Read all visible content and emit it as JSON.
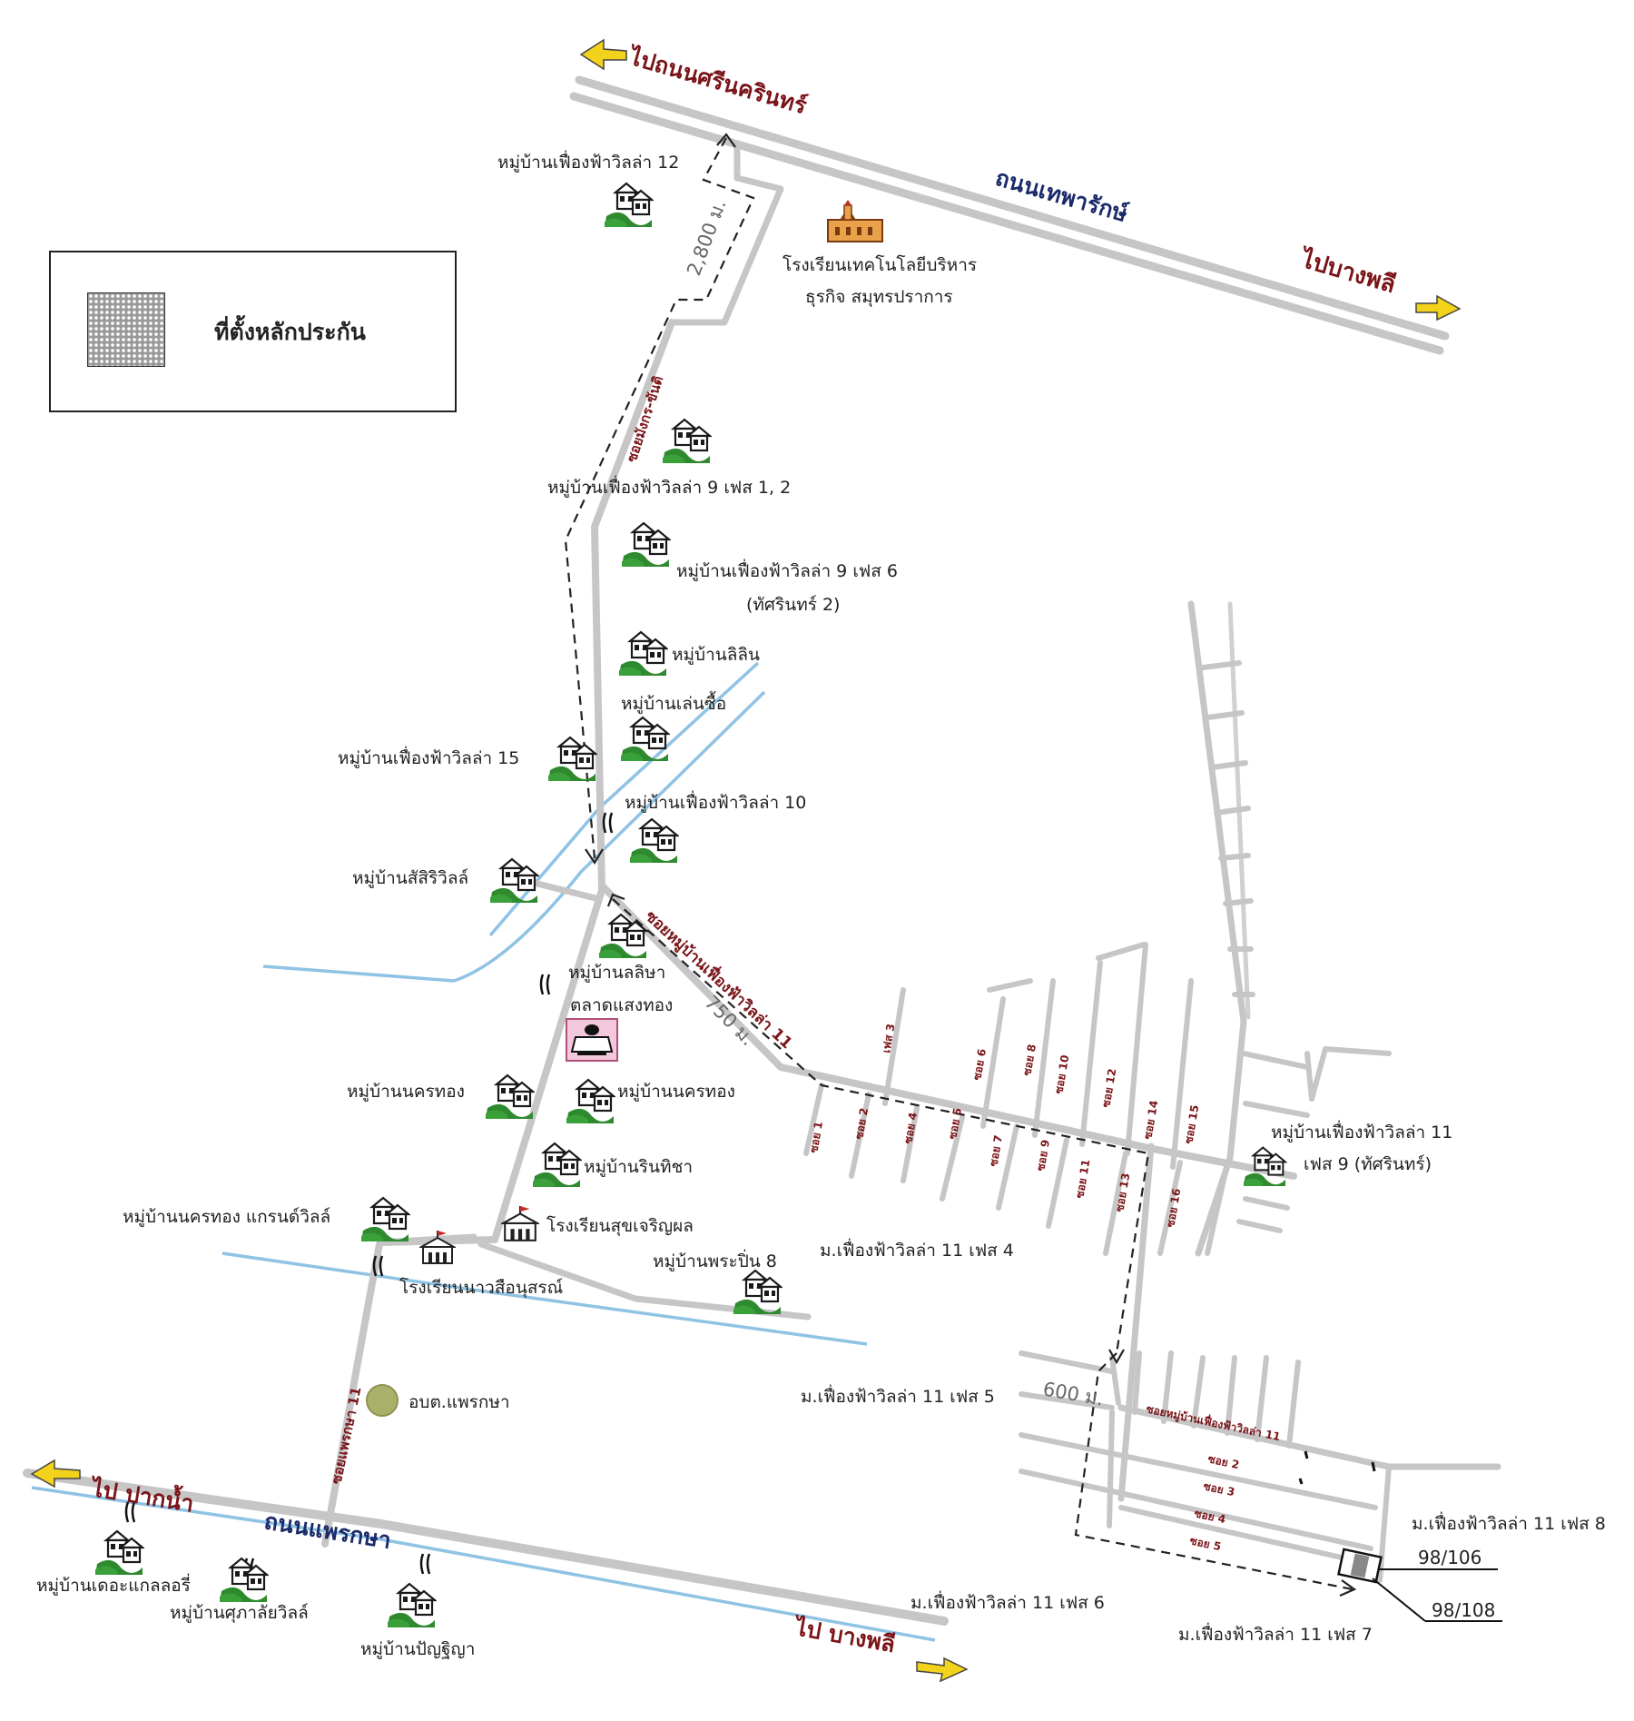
{
  "legend": {
    "label": "ที่ตั้งหลักประกัน"
  },
  "roads": {
    "srinakarin": "ไปถนนศรีนครินทร์",
    "thepharak": "ถนนเทพารักษ์",
    "to_bangphli_top": "ไปบางพลี",
    "soi_mongkol": "ซอยมังกร-ขันติ",
    "soi_fuengfa11": "ซอยหมู่บ้านเฟื่องฟ้าวิลล่า 11",
    "soi_praeksa11": "ซอยแพรกษา 11",
    "to_paknam": "ไป ปากน้ำ",
    "praeksa_road": "ถนนแพรกษา",
    "to_bangphli_bottom": "ไป บางพลี",
    "soi_lower": "ซอยหมู่บ้านเฟื่องฟ้าวิลล่า 11"
  },
  "distances": {
    "d1": "2,800 ม.",
    "d2": "750 ม.",
    "d3": "600 ม."
  },
  "sois": [
    "ซอย 1",
    "ซอย 2",
    "เฟส 3",
    "ซอย 4",
    "ซอย 5",
    "ซอย 6",
    "ซอย 7",
    "ซอย 8",
    "ซอย 9",
    "ซอย 10",
    "ซอย 11",
    "ซอย 12",
    "ซอย 13",
    "ซอย 14",
    "ซอย 15",
    "ซอย 16"
  ],
  "lower_sois": [
    "ซอย 2",
    "ซอย 3",
    "ซอย 4",
    "ซอย 5"
  ],
  "places": {
    "p12": "หมู่บ้านเฟื่องฟ้าวิลล่า 12",
    "school_tech1": "โรงเรียนเทคโนโลยีบริหาร",
    "school_tech2": "ธุรกิจ สมุทรปราการ",
    "p9_12": "หมู่บ้านเฟื่องฟ้าวิลล่า 9 เฟส 1, 2",
    "p9_6a": "หมู่บ้านเฟื่องฟ้าวิลล่า 9 เฟส 6",
    "p9_6b": "(ทัศรินทร์ 2)",
    "lilin": "หมู่บ้านลิลิน",
    "lensue": "หมู่บ้านเล่นซื้อ",
    "p15": "หมู่บ้านเฟื่องฟ้าวิลล่า 15",
    "p10": "หมู่บ้านเฟื่องฟ้าวิลล่า 10",
    "sansiri": "หมู่บ้านสัสิริวิลล์",
    "lisa": "หมู่บ้านลลิษา",
    "market": "ตลาดแสงทอง",
    "nakorn_l": "หมู่บ้านนครทอง",
    "nakorn_r": "หมู่บ้านนครทอง",
    "rinthip": "หมู่บ้านรินทิชา",
    "nakorn_grand": "หมู่บ้านนครทอง แกรนด์วิลล์",
    "school_sukjaroen": "โรงเรียนสุขเจริญผล",
    "phrakhun": "หมู่บ้านพระปิ่น 8",
    "school_nawa": "โรงเรียนนาวสือนุสรณ์",
    "p11_4": "ม.เฟื่องฟ้าวิลล่า 11 เฟส 4",
    "p11_9a": "หมู่บ้านเฟื่องฟ้าวิลล่า 11",
    "p11_9b": "เฟส 9 (ทัศรินทร์)",
    "p11_5": "ม.เฟื่องฟ้าวิลล่า 11 เฟส 5",
    "obt": "อบต.แพรกษา",
    "p11_8": "ม.เฟื่องฟ้าวิลล่า 11 เฟส 8",
    "p11_6": "ม.เฟื่องฟ้าวิลล่า 11 เฟส 6",
    "p11_7": "ม.เฟื่องฟ้าวิลล่า 11 เฟส 7",
    "gallery": "หมู่บ้านเดอะแกลลอรี่",
    "supha": "หมู่บ้านศุภาลัยวิลล์",
    "patcharee": "หมู่บ้านปัญฐิญา"
  },
  "addresses": {
    "a1": "98/106",
    "a2": "98/108"
  },
  "colors": {
    "road": "#c6c6c6",
    "road_dark": "#b0b0b0",
    "canal": "#8fc3e4",
    "road_label": "#7a1418",
    "road_label_blue": "#1b2a6b",
    "arrow": "#f2d21a",
    "house_green": "#2f8a2f",
    "obt_marker": "#a8b06a"
  }
}
